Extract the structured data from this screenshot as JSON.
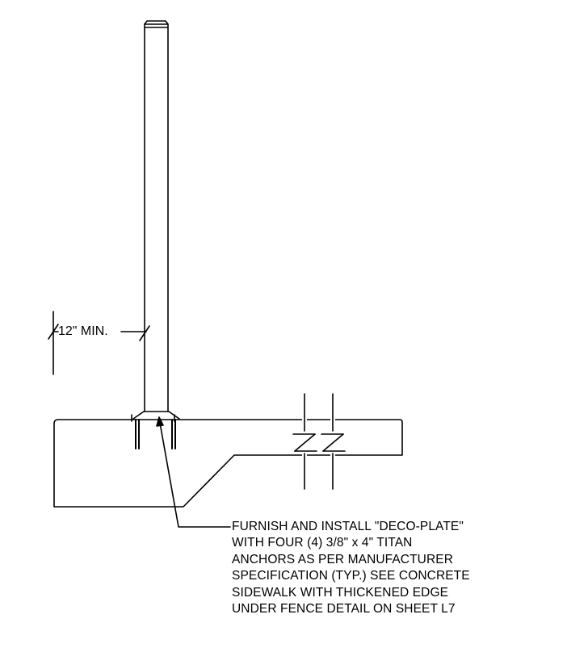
{
  "dimension": {
    "label": "12\" MIN."
  },
  "callout": {
    "lines": [
      "FURNISH AND INSTALL \"DECO-PLATE\"",
      "WITH FOUR (4) 3/8\" x 4\" TITAN",
      "ANCHORS AS PER MANUFACTURER",
      "SPECIFICATION (TYP.)  SEE CONCRETE",
      "SIDEWALK WITH THICKENED EDGE",
      "UNDER FENCE DETAIL ON SHEET L7"
    ]
  },
  "colors": {
    "ink": "#000000",
    "background": "#ffffff"
  }
}
